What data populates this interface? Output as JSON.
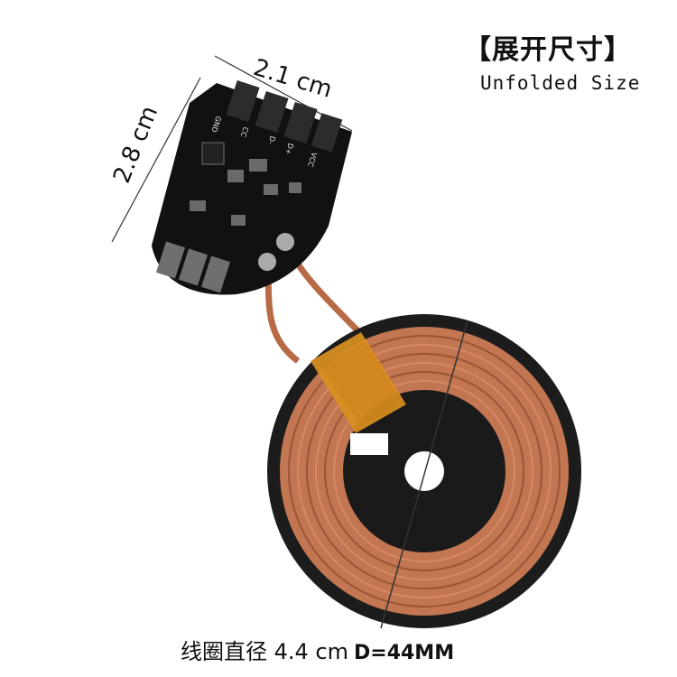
{
  "title": {
    "chinese": "【展开尺寸】",
    "english": "Unfolded Size"
  },
  "dimensions": {
    "width": "2.1 cm",
    "height": "2.8 cm"
  },
  "pcb_labels": {
    "gnd": "GND",
    "cc": "CC",
    "dminus": "D-",
    "dplus": "D+",
    "vcc": "VCC"
  },
  "coil_caption": {
    "text": "线圈直径 4.4 cm",
    "mm": "D=44MM"
  },
  "colors": {
    "copper": "#b86a47",
    "pcb": "#111111",
    "kapton": "#d9901f"
  }
}
